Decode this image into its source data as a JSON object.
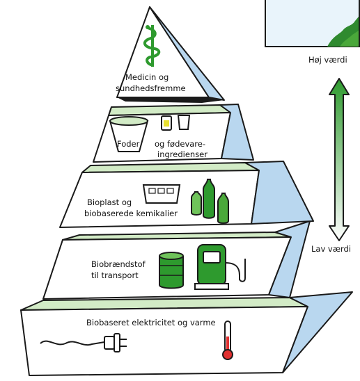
{
  "title": "",
  "axis": {
    "top_label": "Høj værdi",
    "bottom_label": "Lav værdi"
  },
  "tiers": [
    {
      "lines": [
        "Medicin og",
        "sundhedsfremme"
      ]
    },
    {
      "foder": "Foder",
      "lines": [
        "og fødevare-",
        "ingredienser"
      ]
    },
    {
      "lines": [
        "Bioplast og",
        "biobaserede kemikalier"
      ]
    },
    {
      "lines": [
        "Biobrændstof",
        "til transport"
      ]
    },
    {
      "lines": [
        "Biobaseret elektricitet og varme"
      ]
    }
  ],
  "colors": {
    "front": "#ffffff",
    "side": "#b9d7ef",
    "top": "#d2ebc6",
    "green": "#2e9a2e",
    "green_light": "#6fc35a",
    "landscape_sky": "#e9f4fb",
    "landscape_hill": "#2f8a2f",
    "thermometer": "#e03030",
    "outline": "#1a1a1a"
  },
  "icons": [
    "caduceus-icon",
    "feed-bucket-icon",
    "can-icon",
    "cup-icon",
    "plastic-basket-icon",
    "bottle-icon",
    "barrel-icon",
    "fuel-pump-icon",
    "power-plug-icon",
    "thermometer-icon",
    "landscape-icon"
  ]
}
